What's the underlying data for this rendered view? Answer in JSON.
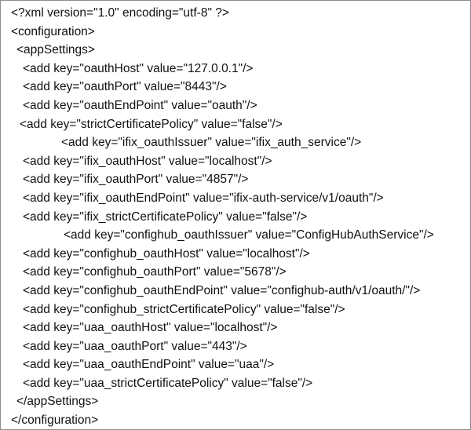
{
  "document": {
    "lines": [
      "<?xml version=\"1.0\" encoding=\"utf-8\" ?>",
      "<configuration>",
      "<appSettings>",
      "<add key=\"oauthHost\" value=\"127.0.0.1\"/>",
      "<add key=\"oauthPort\" value=\"8443\"/>",
      "<add key=\"oauthEndPoint\" value=\"oauth\"/>",
      "<add key=\"strictCertificatePolicy\" value=\"false\"/>",
      "<add key=\"ifix_oauthIssuer\" value=\"ifix_auth_service\"/>",
      "<add key=\"ifix_oauthHost\" value=\"localhost\"/>",
      "<add key=\"ifix_oauthPort\" value=\"4857\"/>",
      "<add key=\"ifix_oauthEndPoint\" value=\"ifix-auth-service/v1/oauth\"/>",
      "<add key=\"ifix_strictCertificatePolicy\" value=\"false\"/>",
      "<add key=\"confighub_oauthIssuer\" value=\"ConfigHubAuthService\"/>",
      "<add key=\"confighub_oauthHost\" value=\"localhost\"/>",
      "<add key=\"confighub_oauthPort\" value=\"5678\"/>",
      "<add key=\"confighub_oauthEndPoint\" value=\"confighub-auth/v1/oauth/\"/>",
      "<add key=\"confighub_strictCertificatePolicy\" value=\"false\"/>",
      "<add key=\"uaa_oauthHost\" value=\"localhost\"/>",
      "<add key=\"uaa_oauthPort\" value=\"443\"/>",
      "<add key=\"uaa_oauthEndPoint\" value=\"uaa\"/>",
      "<add key=\"uaa_strictCertificatePolicy\" value=\"false\"/>",
      "</appSettings>",
      "</configuration>"
    ]
  }
}
